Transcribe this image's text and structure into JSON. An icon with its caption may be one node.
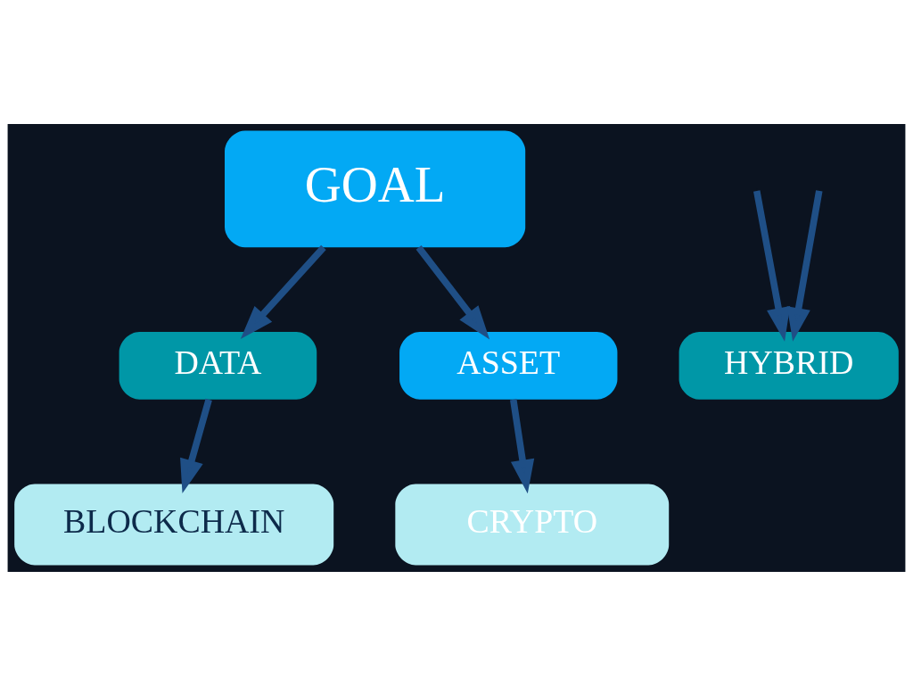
{
  "diagram": {
    "nodes": [
      {
        "text": [
          "GOAL"
        ]
      },
      {
        "text": [
          "DATA"
        ]
      },
      {
        "text": [
          "HYBRID"
        ]
      },
      {
        "text": [
          "ASSET"
        ]
      },
      {
        "text": [
          "BLOCKCHAIN"
        ]
      },
      {
        "text": [
          "CRYPTO"
        ]
      }
    ],
    "edges": [
      {
        "from": 0,
        "to": 1,
        "arrow": "to"
      },
      {
        "from": null,
        "to": 2,
        "arrow": "to"
      },
      {
        "from": null,
        "to": 2,
        "arrow": "to"
      },
      {
        "from": 0,
        "to": 3,
        "arrow": "to"
      },
      {
        "from": 1,
        "to": 4,
        "arrow": "to"
      },
      {
        "from": 3,
        "to": 5,
        "arrow": "to"
      }
    ]
  }
}
